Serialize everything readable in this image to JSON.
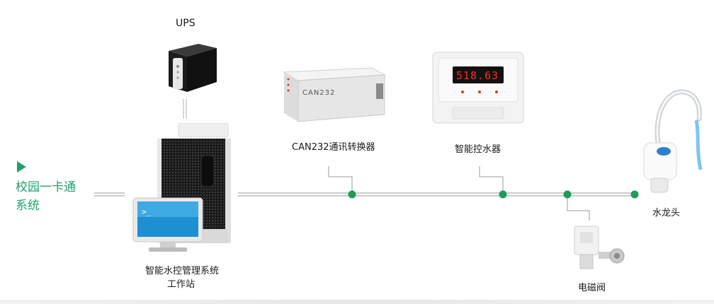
{
  "diagram": {
    "campus_label_line1": "校园一卡通",
    "campus_label_line2": "系统",
    "ups_label": "UPS",
    "converter_label": "CAN232通讯转换器",
    "converter_device_text": "CAN232",
    "controller_label": "智能控水器",
    "controller_display": "518.63",
    "faucet_label": "水龙头",
    "valve_label": "电磁阀",
    "workstation_label_line1": "智能水控管理系统",
    "workstation_label_line2": "工作站"
  },
  "colors": {
    "accent_green": "#22a06b",
    "node_green": "#1e9b57",
    "bus_line": "#9a9a9a",
    "led_red": "#ff2a1a"
  },
  "icons": [
    "play-triangle-icon",
    "ups-device-icon",
    "server-tower-icon",
    "monitor-icon",
    "converter-device-icon",
    "water-controller-icon",
    "faucet-icon",
    "solenoid-valve-icon"
  ]
}
